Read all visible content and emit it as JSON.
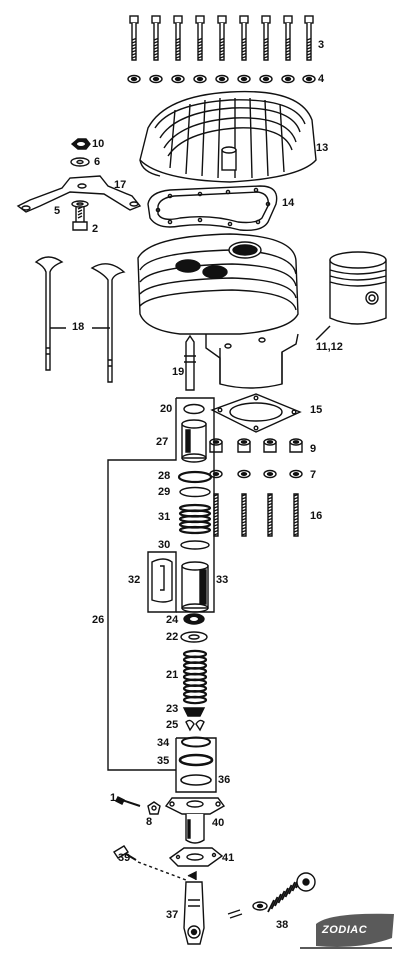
{
  "diagram": {
    "callouts": [
      {
        "id": "3",
        "text": "3"
      },
      {
        "id": "4",
        "text": "4"
      },
      {
        "id": "13",
        "text": "13"
      },
      {
        "id": "10",
        "text": "10"
      },
      {
        "id": "6",
        "text": "6"
      },
      {
        "id": "17",
        "text": "17"
      },
      {
        "id": "5",
        "text": "5"
      },
      {
        "id": "2",
        "text": "2"
      },
      {
        "id": "14",
        "text": "14"
      },
      {
        "id": "18",
        "text": "18"
      },
      {
        "id": "11_12",
        "text": "11,12"
      },
      {
        "id": "19",
        "text": "19"
      },
      {
        "id": "20",
        "text": "20"
      },
      {
        "id": "15",
        "text": "15"
      },
      {
        "id": "27",
        "text": "27"
      },
      {
        "id": "9",
        "text": "9"
      },
      {
        "id": "28",
        "text": "28"
      },
      {
        "id": "7",
        "text": "7"
      },
      {
        "id": "29",
        "text": "29"
      },
      {
        "id": "31",
        "text": "31"
      },
      {
        "id": "16",
        "text": "16"
      },
      {
        "id": "30",
        "text": "30"
      },
      {
        "id": "32",
        "text": "32"
      },
      {
        "id": "33",
        "text": "33"
      },
      {
        "id": "26",
        "text": "26"
      },
      {
        "id": "24",
        "text": "24"
      },
      {
        "id": "22",
        "text": "22"
      },
      {
        "id": "21",
        "text": "21"
      },
      {
        "id": "23",
        "text": "23"
      },
      {
        "id": "25",
        "text": "25"
      },
      {
        "id": "34",
        "text": "34"
      },
      {
        "id": "35",
        "text": "35"
      },
      {
        "id": "36",
        "text": "36"
      },
      {
        "id": "1",
        "text": "1"
      },
      {
        "id": "8",
        "text": "8"
      },
      {
        "id": "40",
        "text": "40"
      },
      {
        "id": "39",
        "text": "39"
      },
      {
        "id": "41",
        "text": "41"
      },
      {
        "id": "37",
        "text": "37"
      },
      {
        "id": "38",
        "text": "38"
      }
    ],
    "logo_text": "ZODIAC",
    "line_color": "#111111",
    "logo_color": "#5a5a5a"
  }
}
